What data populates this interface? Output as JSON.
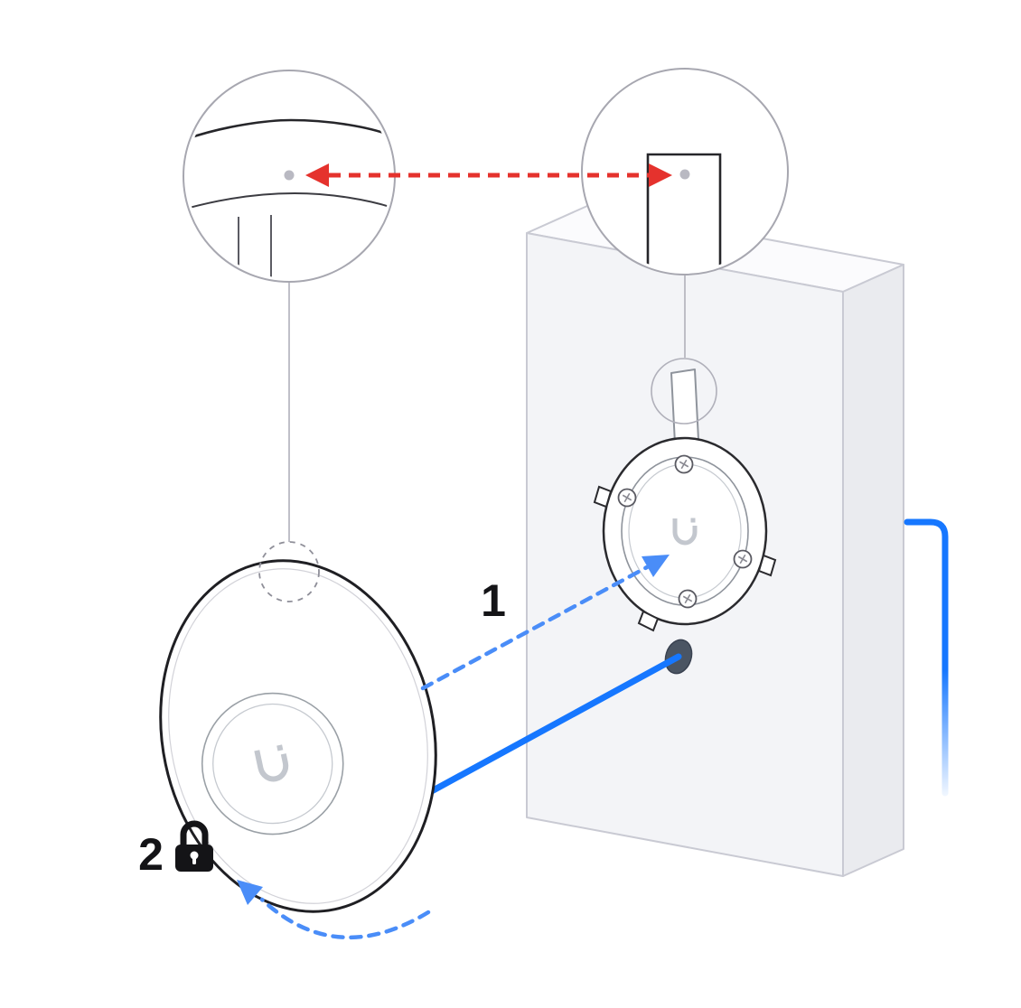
{
  "steps": {
    "step1": "1",
    "step2": "2"
  },
  "icons": {
    "step2_lock": "padlock-locked-icon",
    "device_logo": "ubiquiti-u-logo",
    "alignment_arrow": "double-headed-dashed-arrow",
    "attach_arrow": "dashed-push-arrow",
    "twist_arrow": "dashed-rotate-arrow"
  },
  "colors": {
    "cable_blue": "#1677ff",
    "guide_blue": "#4a8df8",
    "alignment_red": "#e5322d",
    "lock_black": "#141417",
    "logo_gray": "#c3c7ce",
    "dot_gray": "#b9b9c2"
  }
}
